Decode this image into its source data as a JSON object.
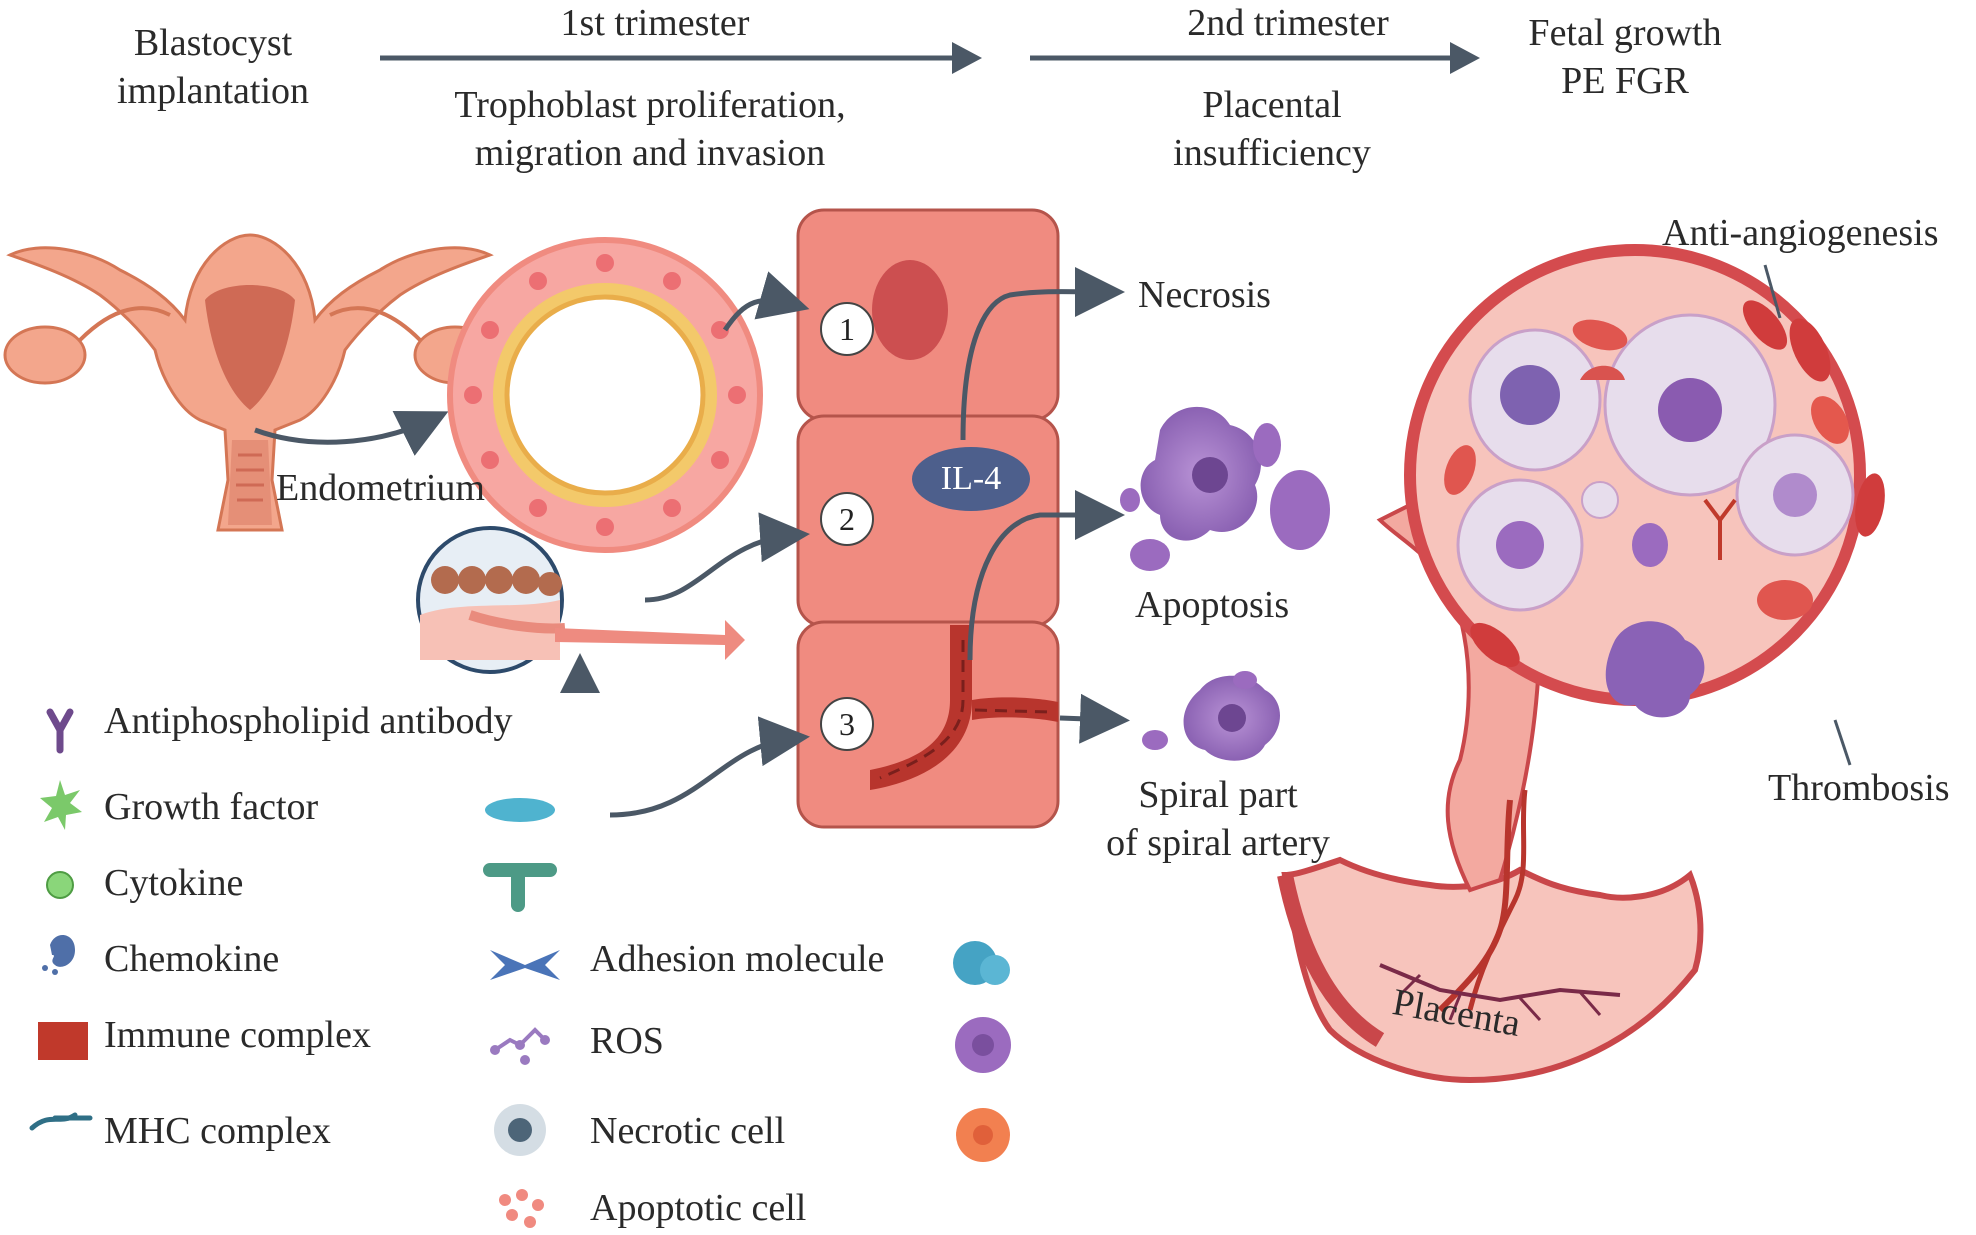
{
  "timeline": {
    "stage1": [
      "Blastocyst",
      "implantation"
    ],
    "trimester1": "1st trimester",
    "trimester1_desc": [
      "Trophoblast proliferation,",
      "migration and invasion"
    ],
    "trimester2": "2nd trimester",
    "trimester2_desc": [
      "Placental",
      "insufficiency"
    ],
    "outcome": [
      "Fetal growth",
      "PE FGR"
    ]
  },
  "labels": {
    "endometrium": "Endometrium",
    "il4": "IL-4",
    "necrosis": "Necrosis",
    "apoptosis": "Apoptosis",
    "spiral": [
      "Spiral part",
      "of spiral artery"
    ],
    "anti_angiogenesis": "Anti-angiogenesis",
    "thrombosis": "Thrombosis",
    "placenta": "Placenta",
    "steps": [
      "1",
      "2",
      "3"
    ]
  },
  "legend_left": [
    {
      "label": "Antiphospholipid antibody",
      "icon": "antibody-icon",
      "color": "#6e4a8c"
    },
    {
      "label": "Growth factor",
      "icon": "growth-factor-icon",
      "color": "#7bc96a"
    },
    {
      "label": "Cytokine",
      "icon": "cytokine-icon",
      "color": "#6cc26a"
    },
    {
      "label": "Chemokine",
      "icon": "chemokine-icon",
      "color": "#4f6fa8"
    },
    {
      "label": "Immune complex",
      "icon": "immune-complex-icon",
      "color": "#c0392b"
    },
    {
      "label": "MHC complex",
      "icon": "mhc-complex-icon",
      "color": "#2f6f86"
    }
  ],
  "legend_right": [
    {
      "label": "Adhesion molecule",
      "icon": "adhesion-molecule-icon",
      "color": "#4a74b8"
    },
    {
      "label": "ROS",
      "icon": "ros-icon",
      "color": "#9a7ac0"
    },
    {
      "label": "Necrotic cell",
      "icon": "necrotic-cell-icon",
      "color": "#6d7f8c"
    },
    {
      "label": "Apoptotic cell",
      "icon": "apoptotic-cell-icon",
      "color": "#f08a80"
    }
  ],
  "colors": {
    "arrow": "#4b5866",
    "tissue": "#f08b80",
    "tissue_light": "#f7c4bc",
    "uterus": "#e98b6e",
    "artery": "#b8352d",
    "apoptotic_cell": "#9b6bbf"
  }
}
